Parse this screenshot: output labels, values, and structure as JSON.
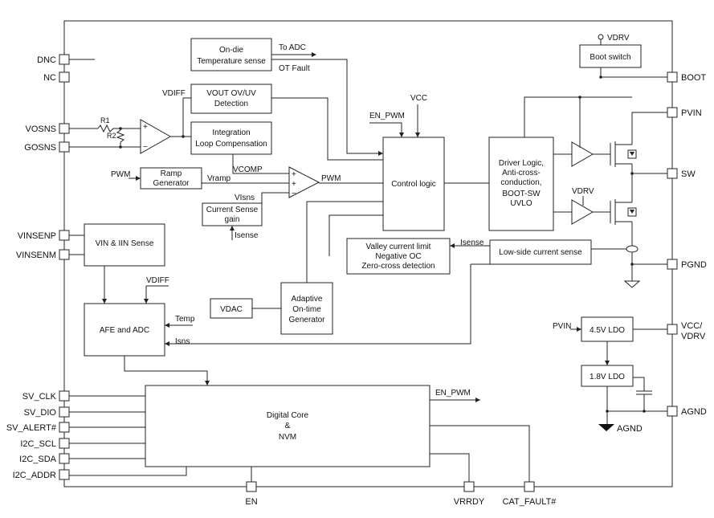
{
  "pins": {
    "left": {
      "dnc": "DNC",
      "nc": "NC",
      "vosns": "VOSNS",
      "gosns": "GOSNS",
      "vinsenp": "VINSENP",
      "vinsenm": "VINSENM",
      "sv_clk": "SV_CLK",
      "sv_dio": "SV_DIO",
      "sv_alert": "SV_ALERT#",
      "i2c_scl": "I2C_SCL",
      "i2c_sda": "I2C_SDA",
      "i2c_addr": "I2C_ADDR"
    },
    "right": {
      "boot": "BOOT",
      "pvin": "PVIN",
      "sw": "SW",
      "pgnd": "PGND",
      "vcc": "VCC/",
      "vdrv": "VDRV",
      "agnd": "AGND"
    },
    "bottom": {
      "en": "EN",
      "vrrdy": "VRRDY",
      "cat_fault": "CAT_FAULT#"
    }
  },
  "blocks": {
    "temp_line1": "On-die",
    "temp_line2": "Temperature sense",
    "vout_line1": "VOUT OV/UV",
    "vout_line2": "Detection",
    "integ_line1": "Integration",
    "integ_line2": "Loop Compensation",
    "ramp_line1": "Ramp",
    "ramp_line2": "Generator",
    "cs_line1": "Current Sense",
    "cs_line2": "gain",
    "control": "Control logic",
    "driver_line1": "Driver Logic,",
    "driver_line2": "Anti-cross-",
    "driver_line3": "conduction,",
    "driver_line4": "BOOT-SW",
    "driver_line5": "UVLO",
    "boot_switch": "Boot switch",
    "valley_line1": "Valley current limit",
    "valley_line2": "Negative OC",
    "valley_line3": "Zero-cross detection",
    "lowside": "Low-side current sense",
    "vin_iin": "VIN & IIN Sense",
    "afe": "AFE and ADC",
    "vdac": "VDAC",
    "aot_line1": "Adaptive",
    "aot_line2": "On-time",
    "aot_line3": "Generator",
    "ldo45": "4.5V LDO",
    "ldo18": "1.8V LDO",
    "digital_line1": "Digital Core",
    "digital_line2": "&",
    "digital_line3": "NVM"
  },
  "signals": {
    "to_adc": "To ADC",
    "ot_fault": "OT Fault",
    "vdiff": "VDIFF",
    "vdiff2": "VDIFF",
    "en_pwm": "EN_PWM",
    "en_pwm_out": "EN_PWM",
    "vcc": "VCC",
    "r1": "R1",
    "r2": "R2",
    "pwm_in": "PWM",
    "vramp": "Vramp",
    "vcomp": "VCOMP",
    "pwm_out": "PWM",
    "visns": "VIsns",
    "isense": "Isense",
    "isense2": "Isense",
    "vdrv_top": "VDRV",
    "vdrv_mid": "VDRV",
    "temp": "Temp",
    "isns": "Isns",
    "pvin": "PVIN",
    "agnd_gnd": "AGND"
  }
}
